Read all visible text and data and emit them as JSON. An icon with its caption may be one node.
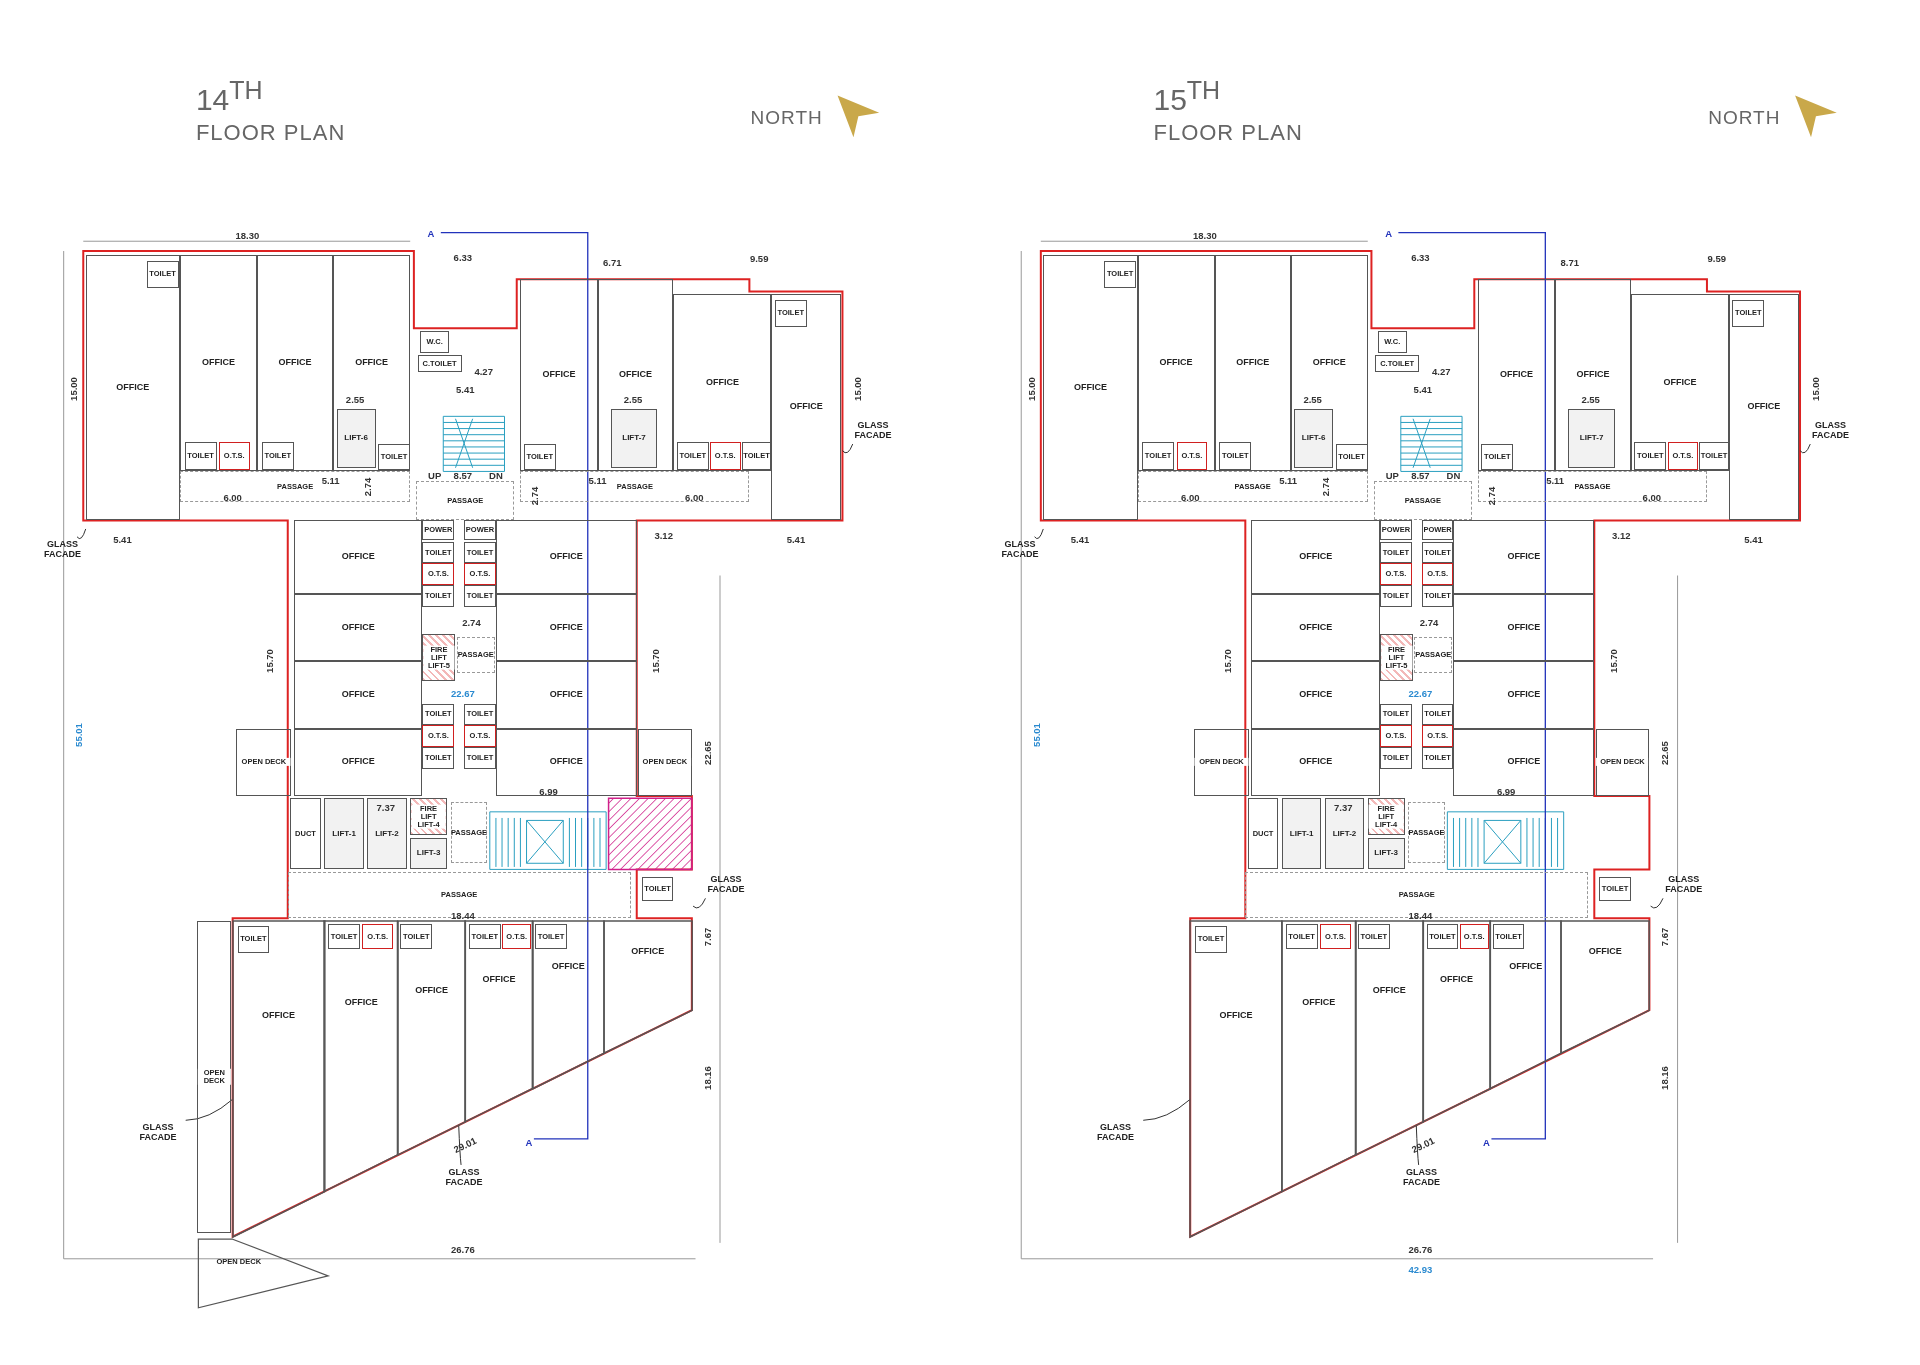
{
  "diagram": {
    "nodes": [
      {
        "text": [
          "OFFICE"
        ]
      },
      {
        "text": [
          "OFFICE"
        ]
      },
      {
        "text": [
          "OFFICE"
        ]
      },
      {
        "text": [
          "OFFICE"
        ]
      },
      {
        "text": [
          "OFFICE"
        ]
      },
      {
        "text": [
          "OFFICE"
        ]
      },
      {
        "text": [
          "OFFICE"
        ]
      },
      {
        "text": [
          "OFFICE"
        ]
      },
      {
        "text": [
          "TOILET"
        ],
        "in": 0
      },
      {
        "text": [
          "TOILET"
        ],
        "in": 1
      },
      {
        "text": [
          "O.T.S."
        ],
        "in": 1
      },
      {
        "text": [
          "TOILET"
        ],
        "in": 2
      },
      {
        "text": [
          "LIFT-6"
        ],
        "in": 3
      },
      {
        "text": [
          "TOILET"
        ],
        "in": 3
      },
      {
        "text": [
          "TOILET"
        ],
        "in": 4
      },
      {
        "text": [
          "LIFT-7"
        ],
        "in": 5
      },
      {
        "text": [
          "TOILET"
        ],
        "in": 6
      },
      {
        "text": [
          "O.T.S."
        ],
        "in": 6
      },
      {
        "text": [
          "TOILET"
        ],
        "in": 6
      },
      {
        "text": [
          "TOILET"
        ],
        "in": 7
      },
      {
        "text": [
          "PASSAGE"
        ]
      },
      {
        "text": [
          "PASSAGE"
        ]
      },
      {
        "text": [
          "PASSAGE"
        ]
      },
      {
        "text": [
          "W.C."
        ]
      },
      {
        "text": [
          "C.TOILET"
        ]
      },
      {
        "text": [
          "POWER"
        ]
      },
      {
        "text": [
          "POWER"
        ]
      },
      {
        "text": [
          "OFFICE"
        ]
      },
      {
        "text": [
          "OFFICE"
        ]
      },
      {
        "text": [
          "OFFICE"
        ]
      },
      {
        "text": [
          "OFFICE"
        ]
      },
      {
        "text": [
          "OFFICE"
        ]
      },
      {
        "text": [
          "OFFICE"
        ]
      },
      {
        "text": [
          "OFFICE"
        ]
      },
      {
        "text": [
          "OFFICE"
        ]
      },
      {
        "text": [
          "TOILET"
        ]
      },
      {
        "text": [
          "O.T.S."
        ]
      },
      {
        "text": [
          "TOILET"
        ]
      },
      {
        "text": [
          "TOILET"
        ]
      },
      {
        "text": [
          "O.T.S."
        ]
      },
      {
        "text": [
          "TOILET"
        ]
      },
      {
        "text": [
          "FIRE LIFT",
          "LIFT-5"
        ]
      },
      {
        "text": [
          "PASSAGE"
        ]
      },
      {
        "text": [
          "TOILET"
        ]
      },
      {
        "text": [
          "O.T.S."
        ]
      },
      {
        "text": [
          "TOILET"
        ]
      },
      {
        "text": [
          "TOILET"
        ]
      },
      {
        "text": [
          "O.T.S."
        ]
      },
      {
        "text": [
          "TOILET"
        ]
      },
      {
        "text": [
          "OPEN DECK"
        ]
      },
      {
        "text": [
          "OPEN DECK"
        ]
      },
      {
        "text": [
          "DUCT"
        ]
      },
      {
        "text": [
          "LIFT-1"
        ]
      },
      {
        "text": [
          "LIFT-2"
        ]
      },
      {
        "text": [
          "FIRE LIFT",
          "LIFT-4"
        ]
      },
      {
        "text": [
          "LIFT-3"
        ]
      },
      {
        "text": [
          "PASSAGE"
        ]
      },
      {
        "text": [
          "PASSAGE"
        ]
      },
      {
        "text": [
          "OFFICE"
        ]
      },
      {
        "text": [
          "OFFICE"
        ]
      },
      {
        "text": [
          "OFFICE"
        ]
      },
      {
        "text": [
          "OFFICE"
        ]
      },
      {
        "text": [
          "OFFICE"
        ]
      },
      {
        "text": [
          "OFFICE"
        ]
      },
      {
        "text": [
          "TOILET"
        ],
        "in": 58
      },
      {
        "text": [
          "TOILET"
        ],
        "in": 59
      },
      {
        "text": [
          "O.T.S."
        ],
        "in": 59
      },
      {
        "text": [
          "TOILET"
        ],
        "in": 60
      },
      {
        "text": [
          "TOILET"
        ],
        "in": 61
      },
      {
        "text": [
          "O.T.S."
        ],
        "in": 61
      },
      {
        "text": [
          "TOILET"
        ],
        "in": 62
      },
      {
        "text": [
          "TOILET"
        ]
      },
      {
        "text": [
          "GLASS FACADE"
        ]
      },
      {
        "text": [
          "GLASS FACADE"
        ]
      },
      {
        "text": [
          "GLASS FACADE"
        ]
      },
      {
        "text": [
          "GLASS FACADE"
        ]
      },
      {
        "text": [
          "GLASS FACADE"
        ]
      },
      {
        "text": [
          "OPEN DECK"
        ]
      },
      {
        "text": [
          "OPEN DECK"
        ]
      },
      {
        "text": [
          "OFFICE"
        ]
      },
      {
        "text": [
          "OFFICE"
        ]
      },
      {
        "text": [
          "OFFICE"
        ]
      },
      {
        "text": [
          "OFFICE"
        ]
      },
      {
        "text": [
          "OFFICE"
        ]
      },
      {
        "text": [
          "OFFICE"
        ]
      },
      {
        "text": [
          "OFFICE"
        ]
      },
      {
        "text": [
          "OFFICE"
        ]
      },
      {
        "text": [
          "TOILET"
        ],
        "in": 79
      },
      {
        "text": [
          "TOILET"
        ],
        "in": 80
      },
      {
        "text": [
          "O.T.S."
        ],
        "in": 80
      },
      {
        "text": [
          "TOILET"
        ],
        "in": 81
      },
      {
        "text": [
          "LIFT-6"
        ],
        "in": 82
      },
      {
        "text": [
          "TOILET"
        ],
        "in": 82
      },
      {
        "text": [
          "TOILET"
        ],
        "in": 83
      },
      {
        "text": [
          "LIFT-7"
        ],
        "in": 84
      },
      {
        "text": [
          "TOILET"
        ],
        "in": 85
      },
      {
        "text": [
          "O.T.S."
        ],
        "in": 85
      },
      {
        "text": [
          "TOILET"
        ],
        "in": 85
      },
      {
        "text": [
          "TOILET"
        ],
        "in": 86
      },
      {
        "text": [
          "PASSAGE"
        ]
      },
      {
        "text": [
          "PASSAGE"
        ]
      },
      {
        "text": [
          "PASSAGE"
        ]
      },
      {
        "text": [
          "W.C."
        ]
      },
      {
        "text": [
          "C.TOILET"
        ]
      },
      {
        "text": [
          "POWER"
        ]
      },
      {
        "text": [
          "POWER"
        ]
      },
      {
        "text": [
          "OFFICE"
        ]
      },
      {
        "text": [
          "OFFICE"
        ]
      },
      {
        "text": [
          "OFFICE"
        ]
      },
      {
        "text": [
          "OFFICE"
        ]
      },
      {
        "text": [
          "OFFICE"
        ]
      },
      {
        "text": [
          "OFFICE"
        ]
      },
      {
        "text": [
          "OFFICE"
        ]
      },
      {
        "text": [
          "OFFICE"
        ]
      },
      {
        "text": [
          "TOILET"
        ]
      },
      {
        "text": [
          "O.T.S."
        ]
      },
      {
        "text": [
          "TOILET"
        ]
      },
      {
        "text": [
          "TOILET"
        ]
      },
      {
        "text": [
          "O.T.S."
        ]
      },
      {
        "text": [
          "TOILET"
        ]
      },
      {
        "text": [
          "FIRE LIFT",
          "LIFT-5"
        ]
      },
      {
        "text": [
          "PASSAGE"
        ]
      },
      {
        "text": [
          "TOILET"
        ]
      },
      {
        "text": [
          "O.T.S."
        ]
      },
      {
        "text": [
          "TOILET"
        ]
      },
      {
        "text": [
          "TOILET"
        ]
      },
      {
        "text": [
          "O.T.S."
        ]
      },
      {
        "text": [
          "TOILET"
        ]
      },
      {
        "text": [
          "OPEN DECK"
        ]
      },
      {
        "text": [
          "OPEN DECK"
        ]
      },
      {
        "text": [
          "DUCT"
        ]
      },
      {
        "text": [
          "LIFT-1"
        ]
      },
      {
        "text": [
          "LIFT-2"
        ]
      },
      {
        "text": [
          "FIRE LIFT",
          "LIFT-4"
        ]
      },
      {
        "text": [
          "LIFT-3"
        ]
      },
      {
        "text": [
          "PASSAGE"
        ]
      },
      {
        "text": [
          "PASSAGE"
        ]
      },
      {
        "text": [
          "OFFICE"
        ]
      },
      {
        "text": [
          "OFFICE"
        ]
      },
      {
        "text": [
          "OFFICE"
        ]
      },
      {
        "text": [
          "OFFICE"
        ]
      },
      {
        "text": [
          "OFFICE"
        ]
      },
      {
        "text": [
          "OFFICE"
        ]
      },
      {
        "text": [
          "TOILET"
        ],
        "in": 137
      },
      {
        "text": [
          "TOILET"
        ],
        "in": 138
      },
      {
        "text": [
          "O.T.S."
        ],
        "in": 138
      },
      {
        "text": [
          "TOILET"
        ],
        "in": 139
      },
      {
        "text": [
          "TOILET"
        ],
        "in": 140
      },
      {
        "text": [
          "O.T.S."
        ],
        "in": 140
      },
      {
        "text": [
          "TOILET"
        ],
        "in": 141
      },
      {
        "text": [
          "TOILET"
        ]
      },
      {
        "text": [
          "GLASS FACADE"
        ]
      },
      {
        "text": [
          "GLASS FACADE"
        ]
      },
      {
        "text": [
          "GLASS FACADE"
        ]
      },
      {
        "text": [
          "GLASS FACADE"
        ]
      },
      {
        "text": [
          "GLASS FACADE"
        ]
      }
    ],
    "edges": [
      {
        "from": 72,
        "to": null,
        "arrow": "none"
      },
      {
        "from": 73,
        "to": null,
        "arrow": "none"
      },
      {
        "from": 74,
        "to": null,
        "arrow": "none"
      },
      {
        "from": 75,
        "to": 58,
        "arrow": "none"
      },
      {
        "from": 76,
        "to": 60,
        "arrow": "none"
      },
      {
        "from": 151,
        "to": null,
        "arrow": "none"
      },
      {
        "from": 152,
        "to": null,
        "arrow": "none"
      },
      {
        "from": 153,
        "to": null,
        "arrow": "none"
      },
      {
        "from": 154,
        "to": 137,
        "arrow": "none"
      },
      {
        "from": 155,
        "to": 139,
        "arrow": "none"
      }
    ],
    "labels": [
      "14$^{TH}$",
      "FLOOR PLAN",
      "NORTH",
      "18.30",
      "A",
      "6.33",
      "6.71",
      "9.59",
      "15.00",
      "15.00",
      "4.27",
      "5.41",
      "2.55",
      "2.55",
      "5.11",
      "5.11",
      "UP",
      "8.57",
      "DN",
      "6.00",
      "6.00",
      "5.41",
      "5.41",
      "2.74",
      "2.74",
      "3.12",
      "15.70",
      "15.70",
      "22.67",
      "2.74",
      "7.37",
      "6.99",
      "55.01",
      "22.65",
      "18.44",
      "7.67",
      "18.16",
      "29.01",
      "A",
      "26.76",
      "15$^{TH}$",
      "FLOOR PLAN",
      "NORTH",
      "18.30",
      "A",
      "6.33",
      "8.71",
      "9.59",
      "15.00",
      "15.00",
      "4.27",
      "5.41",
      "2.55",
      "2.55",
      "5.11",
      "5.11",
      "UP",
      "8.57",
      "DN",
      "6.00",
      "6.00",
      "5.41",
      "5.41",
      "2.74",
      "2.74",
      "3.12",
      "15.70",
      "15.70",
      "22.67",
      "2.74",
      "7.37",
      "6.99",
      "55.01",
      "22.65",
      "18.44",
      "7.67",
      "18.16",
      "29.01",
      "A",
      "26.76",
      "42.93"
    ]
  }
}
